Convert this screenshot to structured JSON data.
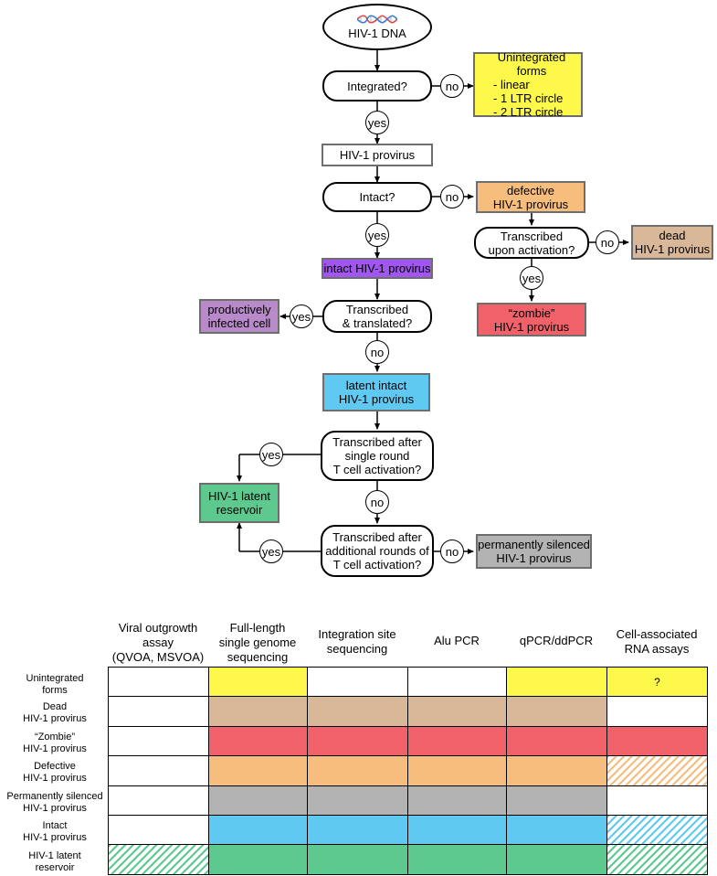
{
  "colors": {
    "yellow": "#fdf84a",
    "tan": "#d9b89a",
    "red": "#f0616a",
    "orange": "#f7bd7c",
    "gray": "#b3b3b3",
    "blue": "#5fc9f1",
    "green": "#5ec98f",
    "purple": "#b97ad9",
    "violet": "#a156f0",
    "lilac": "#b88ac9",
    "white": "#ffffff"
  },
  "flow": {
    "start": "HIV-1 DNA",
    "integrated_q": "Integrated?",
    "no1": "no",
    "unintegrated": {
      "title": "Unintegrated forms",
      "items": [
        "- linear",
        "- 1 LTR circle",
        "- 2 LTR circle"
      ]
    },
    "yes1": "yes",
    "provirus": "HIV-1 provirus",
    "intact_q": "Intact?",
    "no2": "no",
    "defective": [
      "defective",
      "HIV-1 provirus"
    ],
    "yes2": "yes",
    "intact_provirus": "intact HIV-1 provirus",
    "transcribed_activation": [
      "Transcribed",
      "upon activation?"
    ],
    "no3": "no",
    "dead": [
      "dead",
      "HIV-1 provirus"
    ],
    "yes3": "yes",
    "zombie": [
      "“zombie”",
      "HIV-1 provirus"
    ],
    "productive": [
      "productively",
      "infected cell"
    ],
    "yes4": "yes",
    "transcribed_translated": [
      "Transcribed",
      "& translated?"
    ],
    "no4": "no",
    "latent_intact": [
      "latent intact",
      "HIV-1 provirus"
    ],
    "single_round": [
      "Transcribed after",
      "single round",
      "T cell activation?"
    ],
    "yes5": "yes",
    "reservoir": [
      "HIV-1 latent",
      "reservoir"
    ],
    "no5": "no",
    "additional_rounds": [
      "Transcribed after",
      "additional rounds of",
      "T cell activation?"
    ],
    "yes6": "yes",
    "no6": "no",
    "silenced": [
      "permanently silenced",
      "HIV-1 provirus"
    ]
  },
  "table": {
    "columns": [
      [
        "Viral outgrowth",
        "assay",
        "(QVOA, MSVOA)"
      ],
      [
        "Full-length",
        "single genome",
        "sequencing"
      ],
      [
        "Integration site",
        "sequencing"
      ],
      [
        "Alu PCR"
      ],
      [
        "qPCR/ddPCR"
      ],
      [
        "Cell-associated",
        "RNA assays"
      ]
    ],
    "rows": [
      [
        "Unintegrated",
        "forms"
      ],
      [
        "Dead",
        "HIV-1 provirus"
      ],
      [
        "“Zombie”",
        "HIV-1 provirus"
      ],
      [
        "Defective",
        "HIV-1 provirus"
      ],
      [
        "Permanently silenced",
        "HIV-1 provirus"
      ],
      [
        "Intact",
        "HIV-1 provirus"
      ],
      [
        "HIV-1 latent",
        "reservoir"
      ]
    ],
    "question_mark": "?",
    "cells": [
      [
        "white",
        "yellow",
        "white",
        "white",
        "yellow",
        "yellow"
      ],
      [
        "white",
        "tan",
        "tan",
        "tan",
        "tan",
        "white"
      ],
      [
        "white",
        "red",
        "red",
        "red",
        "red",
        "red"
      ],
      [
        "white",
        "orange",
        "orange",
        "orange",
        "orange",
        "orange-hatch"
      ],
      [
        "white",
        "gray",
        "gray",
        "gray",
        "gray",
        "white"
      ],
      [
        "white",
        "blue",
        "blue",
        "blue",
        "blue",
        "blue-hatch"
      ],
      [
        "green-hatch",
        "green",
        "green",
        "green",
        "green",
        "green-hatch"
      ]
    ]
  }
}
